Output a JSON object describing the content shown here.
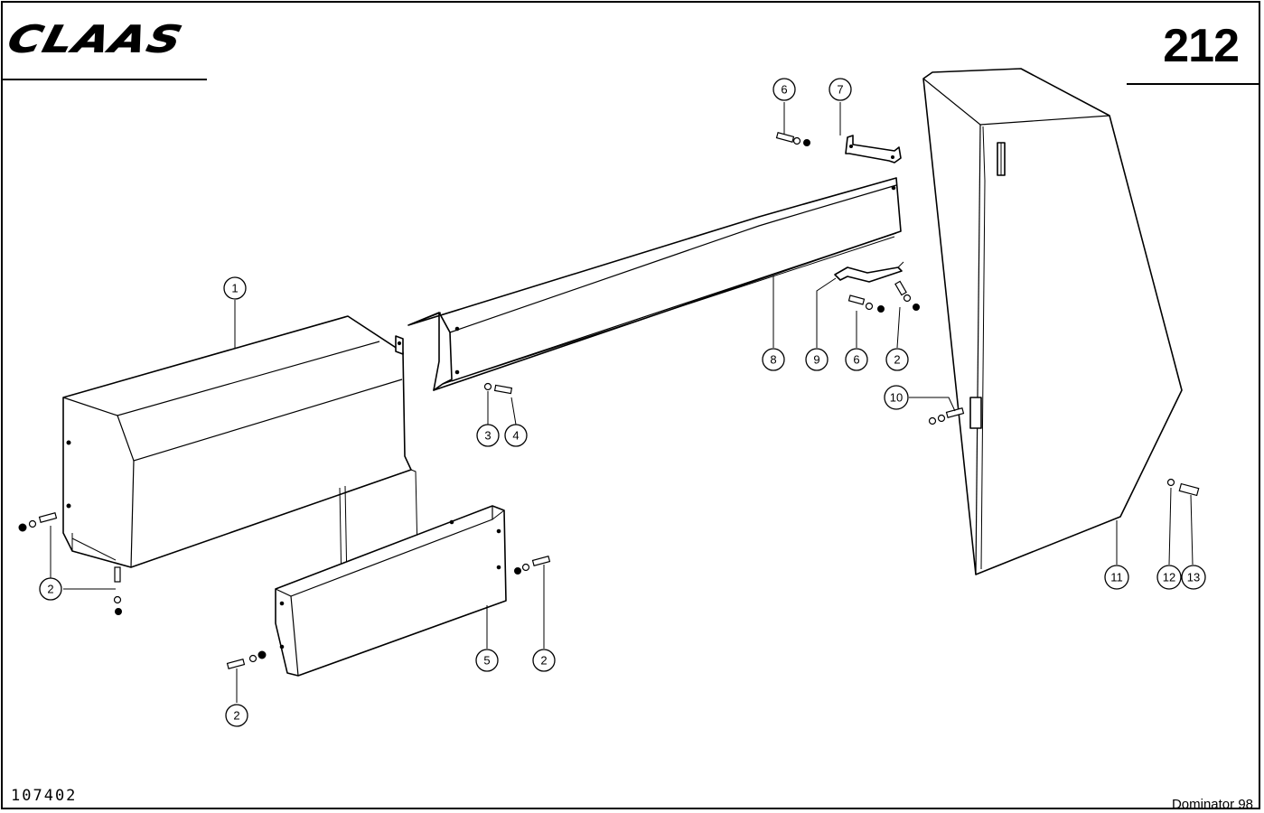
{
  "header": {
    "brand": "CLAAS",
    "page_number": "212"
  },
  "footer": {
    "doc_code": "107402",
    "model": "Dominator 98"
  },
  "callouts": {
    "c1": "1",
    "c2a": "2",
    "c2b": "2",
    "c2c": "2",
    "c2d": "2",
    "c3": "3",
    "c4": "4",
    "c5": "5",
    "c6a": "6",
    "c6b": "6",
    "c7": "7",
    "c8": "8",
    "c9": "9",
    "c10": "10",
    "c11": "11",
    "c12": "12",
    "c13": "13"
  }
}
